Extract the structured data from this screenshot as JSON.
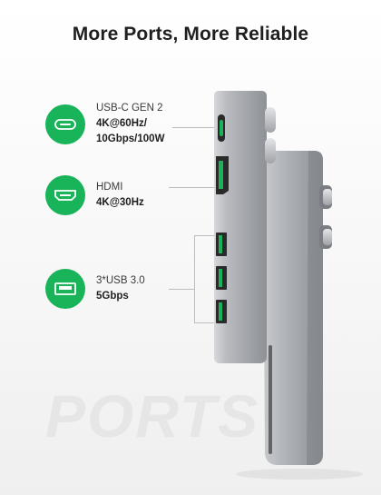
{
  "title": "More Ports, More Reliable",
  "watermark": "PORTS",
  "features": [
    {
      "icon": "usb-c-icon",
      "line1": "USB-C GEN 2",
      "line2": "4K@60Hz/",
      "line3": "10Gbps/100W"
    },
    {
      "icon": "hdmi-icon",
      "line1": "HDMI",
      "line2": "4K@30Hz"
    },
    {
      "icon": "usb-a-icon",
      "line1": "3*USB 3.0",
      "line2": "5Gbps"
    }
  ],
  "colors": {
    "accent": "#19b35a",
    "device": "#9a9da3"
  }
}
